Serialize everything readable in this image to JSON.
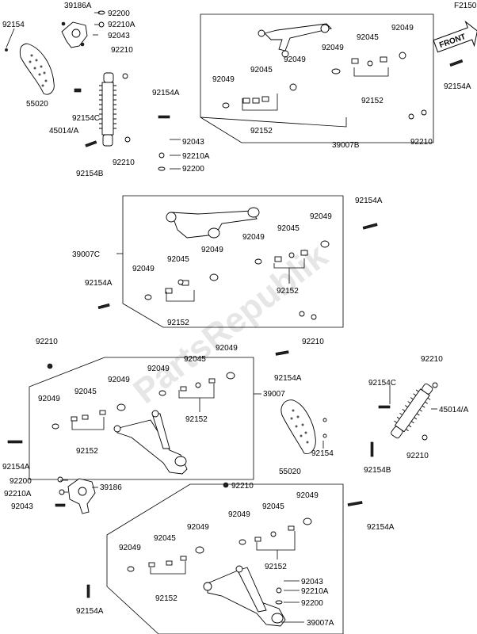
{
  "diagram_code": "F2150",
  "watermark": "PartsRepublik",
  "front_badge": "FRONT",
  "labels": {
    "p39186A": "39186A",
    "p92200_a": "92200",
    "p92210A_a": "92210A",
    "p92043_a": "92043",
    "p92154_a": "92154",
    "p92210_a": "92210",
    "p55020_a": "55020",
    "p92154C_a": "92154C",
    "p45014A_a": "45014/A",
    "p92154A_a": "92154A",
    "p92043_b": "92043",
    "p92210A_b": "92210A",
    "p92200_b": "92200",
    "p92154B_a": "92154B",
    "p92210_b": "92210",
    "p92049_a": "92049",
    "p92045_a": "92045",
    "p92049_b": "92049",
    "p92049_c": "92049",
    "p92049_d": "92049",
    "p92045_b": "92045",
    "p92152_a": "92152",
    "p92152_b": "92152",
    "p39007B": "39007B",
    "p92210_c": "92210",
    "p92154A_b": "92154A",
    "p92154A_c": "92154A",
    "p92049_e": "92049",
    "p92045_c": "92045",
    "p92049_f": "92049",
    "p39007C": "39007C",
    "p92045_d": "92045",
    "p92049_g": "92049",
    "p92049_h": "92049",
    "p92152_c": "92152",
    "p92154A_d": "92154A",
    "p92152_d": "92152",
    "p92210_d": "92210",
    "p92210_e": "92210",
    "p92049_i": "92049",
    "p92045_e": "92045",
    "p92049_j": "92049",
    "p92154A_e": "92154A",
    "p92049_k": "92049",
    "p39007": "39007",
    "p92049_l": "92049",
    "p92045_f": "92045",
    "p92152_e": "92152",
    "p92152_f": "92152",
    "p92210_f": "92210",
    "p92154C_b": "92154C",
    "p45014A_b": "45014/A",
    "p92154_b": "92154",
    "p55020_b": "55020",
    "p92154B_b": "92154B",
    "p92210_g": "92210",
    "p92154A_f": "92154A",
    "p92200_c": "92200",
    "p39186": "39186",
    "p92210A_c": "92210A",
    "p92043_c": "92043",
    "p92210_h": "92210",
    "p92049_m": "92049",
    "p92045_g": "92045",
    "p92049_n": "92049",
    "p92049_o": "92049",
    "p92154A_g": "92154A",
    "p92049_p": "92049",
    "p92045_h": "92045",
    "p92152_g": "92152",
    "p92043_d": "92043",
    "p92210A_d": "92210A",
    "p92152_h": "92152",
    "p92200_d": "92200",
    "p92154A_h": "92154A",
    "p39007A": "39007A"
  }
}
